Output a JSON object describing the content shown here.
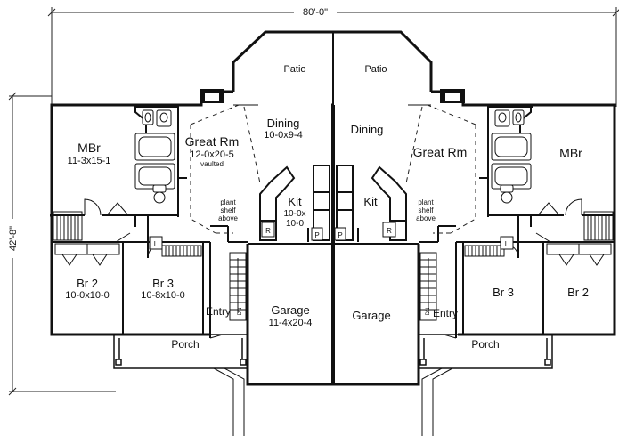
{
  "plan": {
    "overall_width": "80'-0\"",
    "overall_depth": "42'-8\"",
    "left_unit": {
      "patio": "Patio",
      "mbr": "MBr",
      "mbr_dim": "11-3x15-1",
      "great_rm": "Great Rm",
      "great_rm_dim": "12-0x20-5",
      "great_rm_note": "vaulted",
      "dining": "Dining",
      "dining_dim": "10-0x9-4",
      "kit": "Kit",
      "kit_dim_1": "10-0x",
      "kit_dim_2": "10-0",
      "plant_shelf_1": "plant",
      "plant_shelf_2": "shelf",
      "plant_shelf_3": "above",
      "br2": "Br 2",
      "br2_dim": "10-0x10-0",
      "br3": "Br 3",
      "br3_dim": "10-8x10-0",
      "entry": "Entry",
      "garage": "Garage",
      "garage_dim": "11-4x20-4",
      "porch": "Porch",
      "fridge_tag": "R",
      "pantry_tag": "P",
      "linen_tag": "L",
      "stair_tag": "DN"
    },
    "right_unit": {
      "patio": "Patio",
      "mbr": "MBr",
      "great_rm": "Great Rm",
      "dining": "Dining",
      "kit": "Kit",
      "plant_shelf_1": "plant",
      "plant_shelf_2": "shelf",
      "plant_shelf_3": "above",
      "br2": "Br 2",
      "br3": "Br 3",
      "entry": "Entry",
      "garage": "Garage",
      "porch": "Porch",
      "fridge_tag": "R",
      "pantry_tag": "P",
      "linen_tag": "L",
      "stair_tag": "DN"
    }
  }
}
